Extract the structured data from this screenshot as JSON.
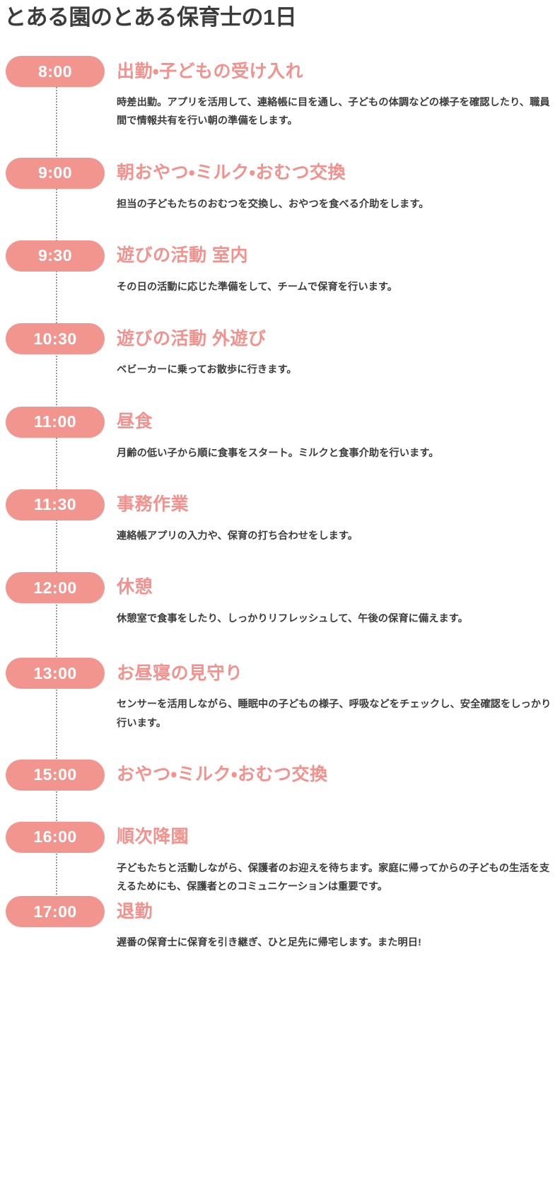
{
  "page": {
    "title": "とある園のとある保育士の1日",
    "accent_pink": "#f2958f",
    "heading_pink": "#f5918c",
    "text_dark": "#3c3c3c",
    "background": "#ffffff"
  },
  "timeline": {
    "entries": [
      {
        "time": "8:00",
        "heading": "出勤・子どもの受け入れ",
        "description": "時差出勤。アプリを活用して、連絡帳に目を通し、子どもの体調などの様子を確認したり、職員間で情報共有を行い朝の準備をします。"
      },
      {
        "time": "9:00",
        "heading": "朝おやつ・ミルク・おむつ交換",
        "description": "担当の子どもたちのおむつを交換し、おやつを食べる介助をします。"
      },
      {
        "time": "9:30",
        "heading": "遊びの活動 室内",
        "description": "その日の活動に応じた準備をして、チームで保育を行います。"
      },
      {
        "time": "10:30",
        "heading": "遊びの活動 外遊び",
        "description": "ベビーカーに乗ってお散歩に行きます。"
      },
      {
        "time": "11:00",
        "heading": "昼食",
        "description": "月齢の低い子から順に食事をスタート。ミルクと食事介助を行います。"
      },
      {
        "time": "11:30",
        "heading": "事務作業",
        "description": "連絡帳アプリの入力や、保育の打ち合わせをします。"
      },
      {
        "time": "12:00",
        "heading": " 休憩",
        "description": "休憩室で食事をしたり、しっかりリフレッシュして、午後の保育に備えます。"
      },
      {
        "time": "13:00",
        "heading": "お昼寝の見守り",
        "description": "センサーを活用しながら、睡眠中の子どもの様子、呼吸などをチェックし、安全確認をしっかり行います。"
      },
      {
        "time": "15:00",
        "heading": "おやつ・ミルク・おむつ交換",
        "description": ""
      },
      {
        "time": "16:00",
        "heading": "順次降園",
        "description": "子どもたちと活動しながら、保護者のお迎えを待ちます。家庭に帰ってからの子どもの生活を支えるためにも、保護者とのコミュニケーションは重要です。"
      },
      {
        "time": "17:00",
        "heading": "退勤",
        "description": "遅番の保育士に保育を引き継ぎ、ひと足先に帰宅します。また明日!"
      }
    ]
  }
}
